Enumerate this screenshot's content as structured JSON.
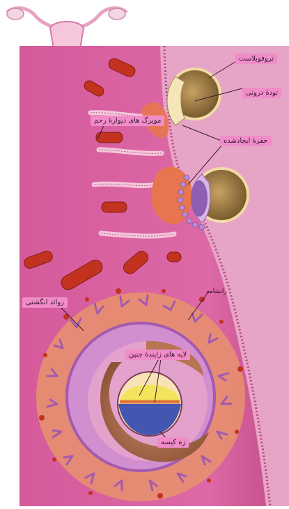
{
  "labels": {
    "trophoblast": "تروفوبلاست",
    "inner_cell_mass": "تودهٔ درونی",
    "uterine_capillaries": "مویرگ های دیوارهٔ رحم",
    "created_cavity": "حفرهٔ ایجادشده",
    "chorionic_villi": "زوائد انگشتی",
    "chorion": "رانشامه",
    "germ_layers": "لایه های زایندهٔ جنین",
    "yolk_sac": "زه کیسه"
  },
  "colors": {
    "tissue": "#d95b9d",
    "tissue_light": "#e98bbd",
    "endometrium_band": "#f0b0cf",
    "vessel": "#c2321f",
    "blastocyst": "#9b7a44",
    "placenta_ring": "#e8926c",
    "chorion": "#c783cf",
    "yolk": "#f3e45e",
    "amnion_blue": "#4356b0"
  }
}
